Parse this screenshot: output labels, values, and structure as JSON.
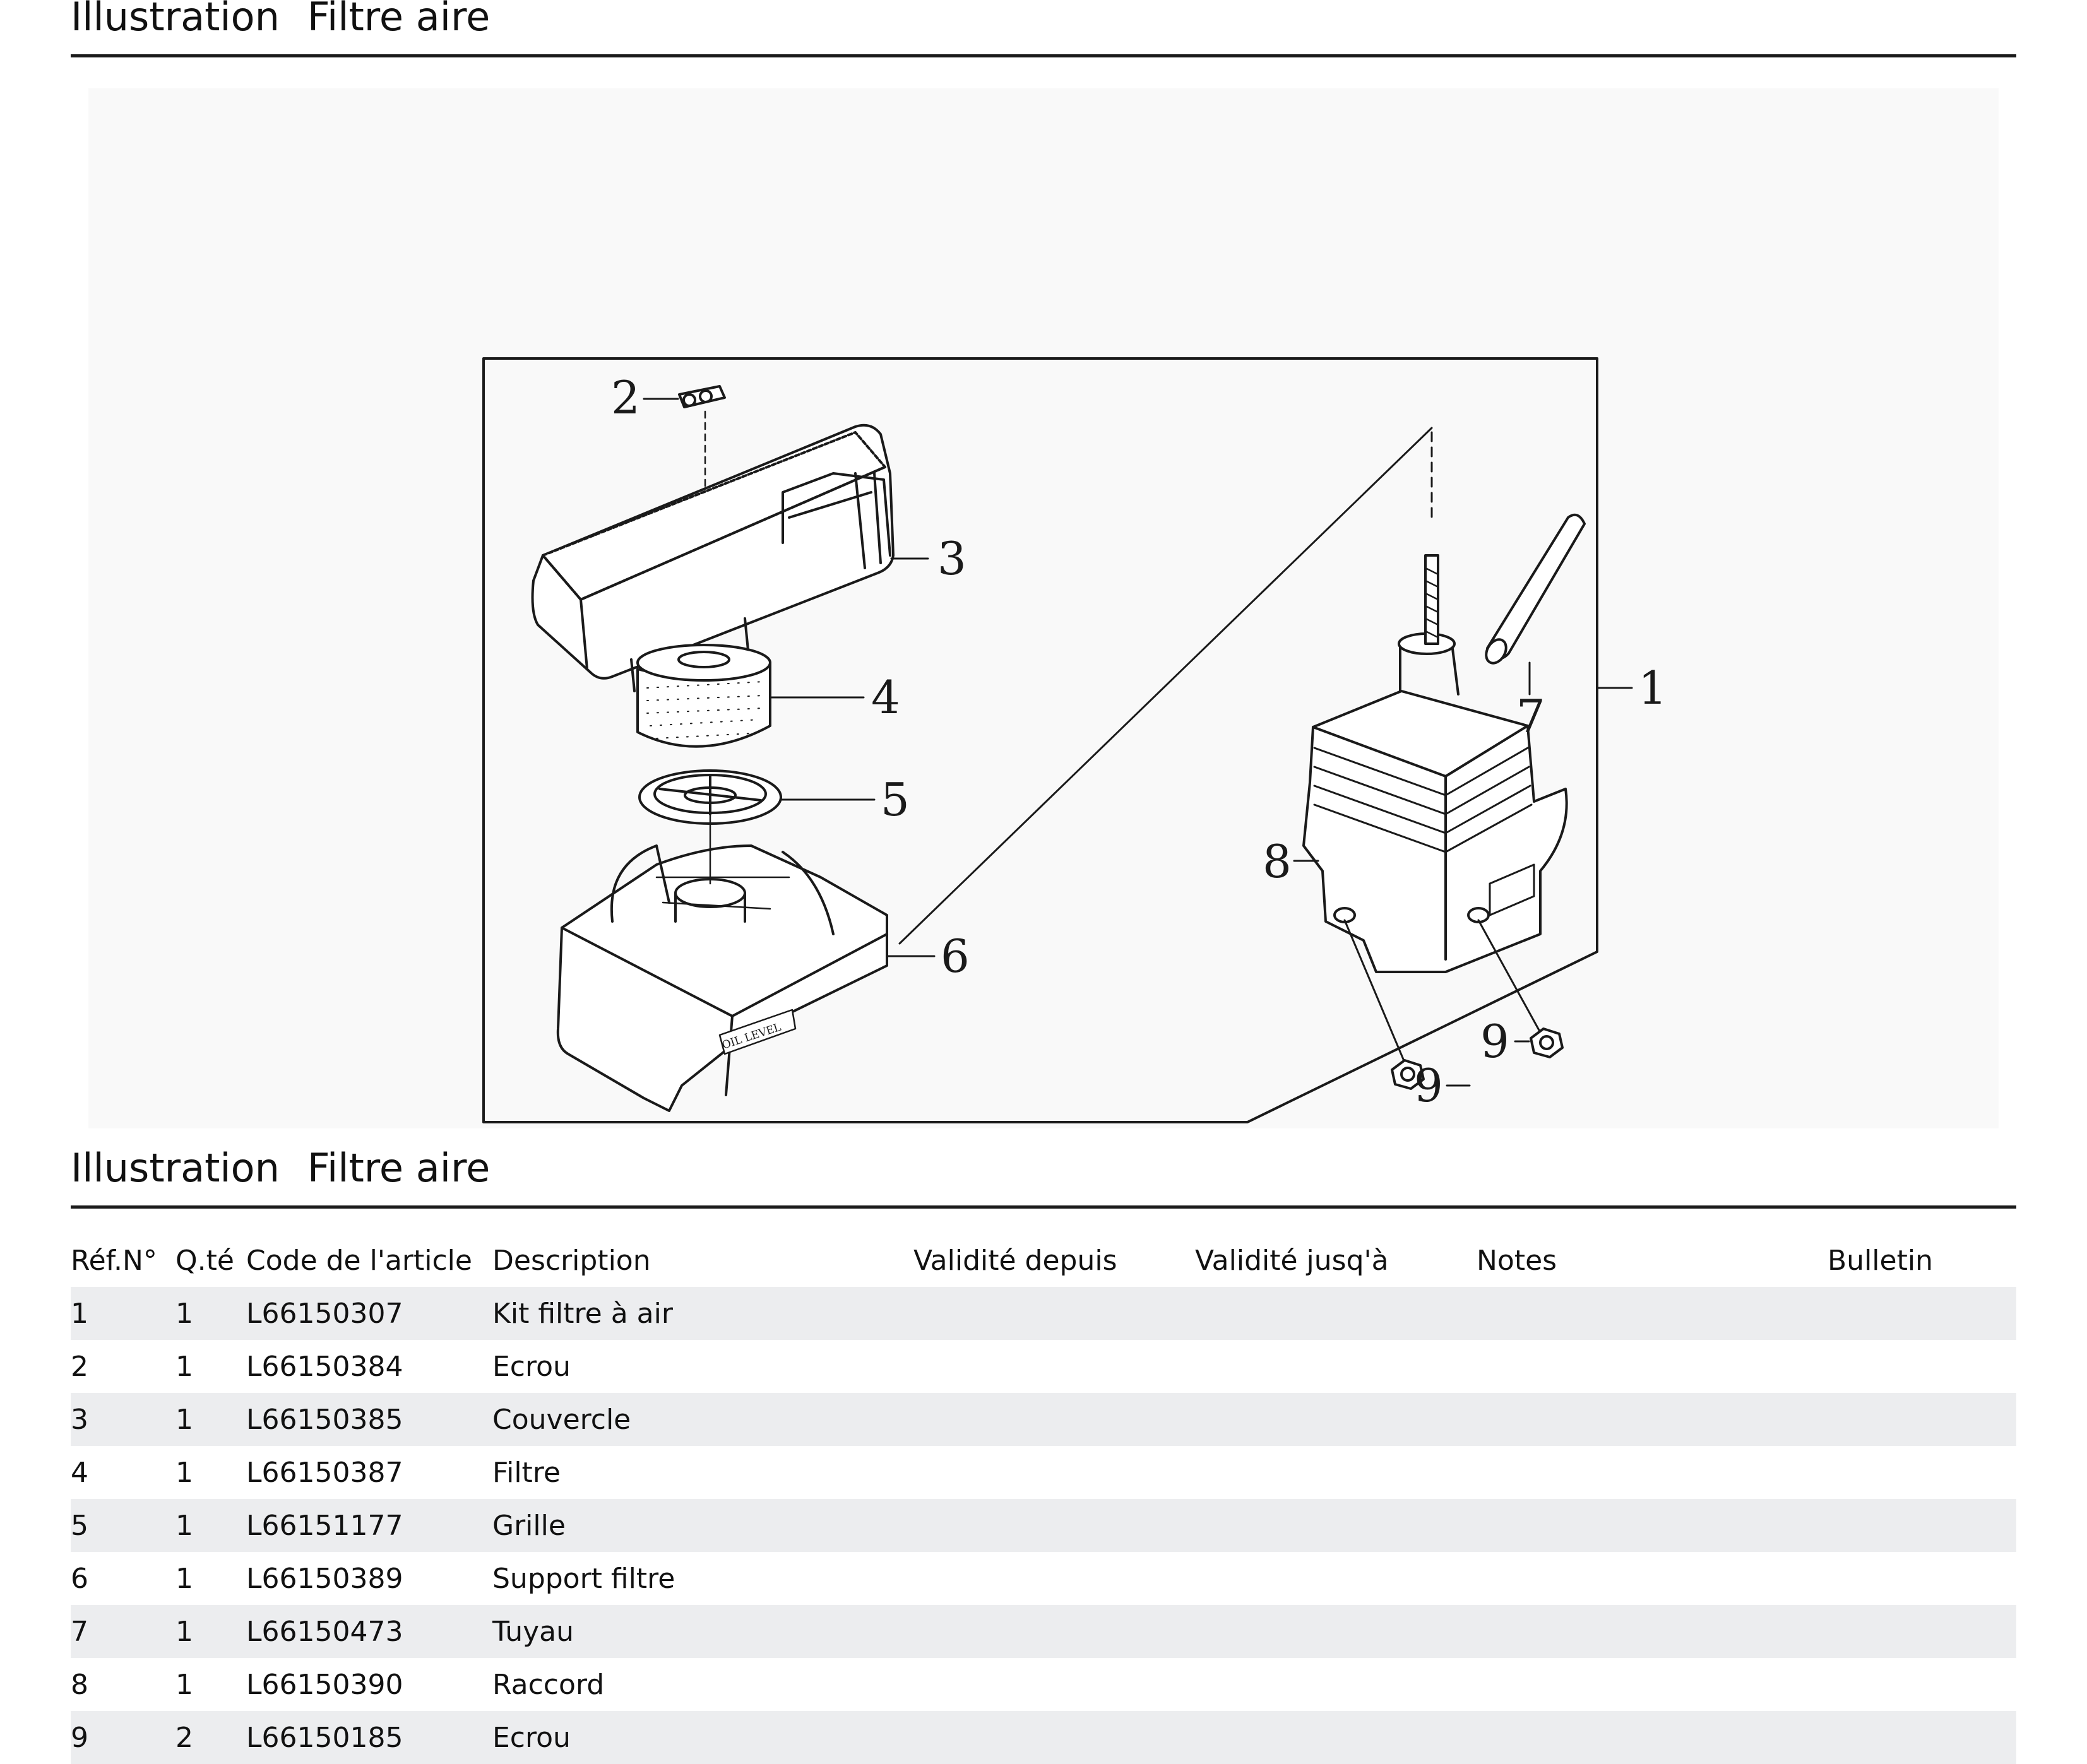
{
  "page": {
    "header_label": "Illustration",
    "header_title": "Filtre aire"
  },
  "diagram": {
    "callouts": [
      "1",
      "2",
      "3",
      "4",
      "5",
      "6",
      "7",
      "8",
      "9",
      "9"
    ],
    "stamp_text": "OIL LEVEL"
  },
  "table": {
    "label": "Illustration",
    "title": "Filtre aire",
    "columns": [
      "Réf.N°",
      "Q.té",
      "Code de l'article",
      "Description",
      "Validité depuis",
      "Validité jusq'à",
      "Notes",
      "Bulletin"
    ],
    "rows": [
      {
        "ref": "1",
        "qty": "1",
        "code": "L66150307",
        "description": "Kit filtre à air",
        "valid_from": "",
        "valid_to": "",
        "notes": "",
        "bulletin": ""
      },
      {
        "ref": "2",
        "qty": "1",
        "code": "L66150384",
        "description": "Ecrou",
        "valid_from": "",
        "valid_to": "",
        "notes": "",
        "bulletin": ""
      },
      {
        "ref": "3",
        "qty": "1",
        "code": "L66150385",
        "description": "Couvercle",
        "valid_from": "",
        "valid_to": "",
        "notes": "",
        "bulletin": ""
      },
      {
        "ref": "4",
        "qty": "1",
        "code": "L66150387",
        "description": "Filtre",
        "valid_from": "",
        "valid_to": "",
        "notes": "",
        "bulletin": ""
      },
      {
        "ref": "5",
        "qty": "1",
        "code": "L66151177",
        "description": "Grille",
        "valid_from": "",
        "valid_to": "",
        "notes": "",
        "bulletin": ""
      },
      {
        "ref": "6",
        "qty": "1",
        "code": "L66150389",
        "description": "Support filtre",
        "valid_from": "",
        "valid_to": "",
        "notes": "",
        "bulletin": ""
      },
      {
        "ref": "7",
        "qty": "1",
        "code": "L66150473",
        "description": "Tuyau",
        "valid_from": "",
        "valid_to": "",
        "notes": "",
        "bulletin": ""
      },
      {
        "ref": "8",
        "qty": "1",
        "code": "L66150390",
        "description": "Raccord",
        "valid_from": "",
        "valid_to": "",
        "notes": "",
        "bulletin": ""
      },
      {
        "ref": "9",
        "qty": "2",
        "code": "L66150185",
        "description": "Ecrou",
        "valid_from": "",
        "valid_to": "",
        "notes": "",
        "bulletin": ""
      }
    ]
  }
}
